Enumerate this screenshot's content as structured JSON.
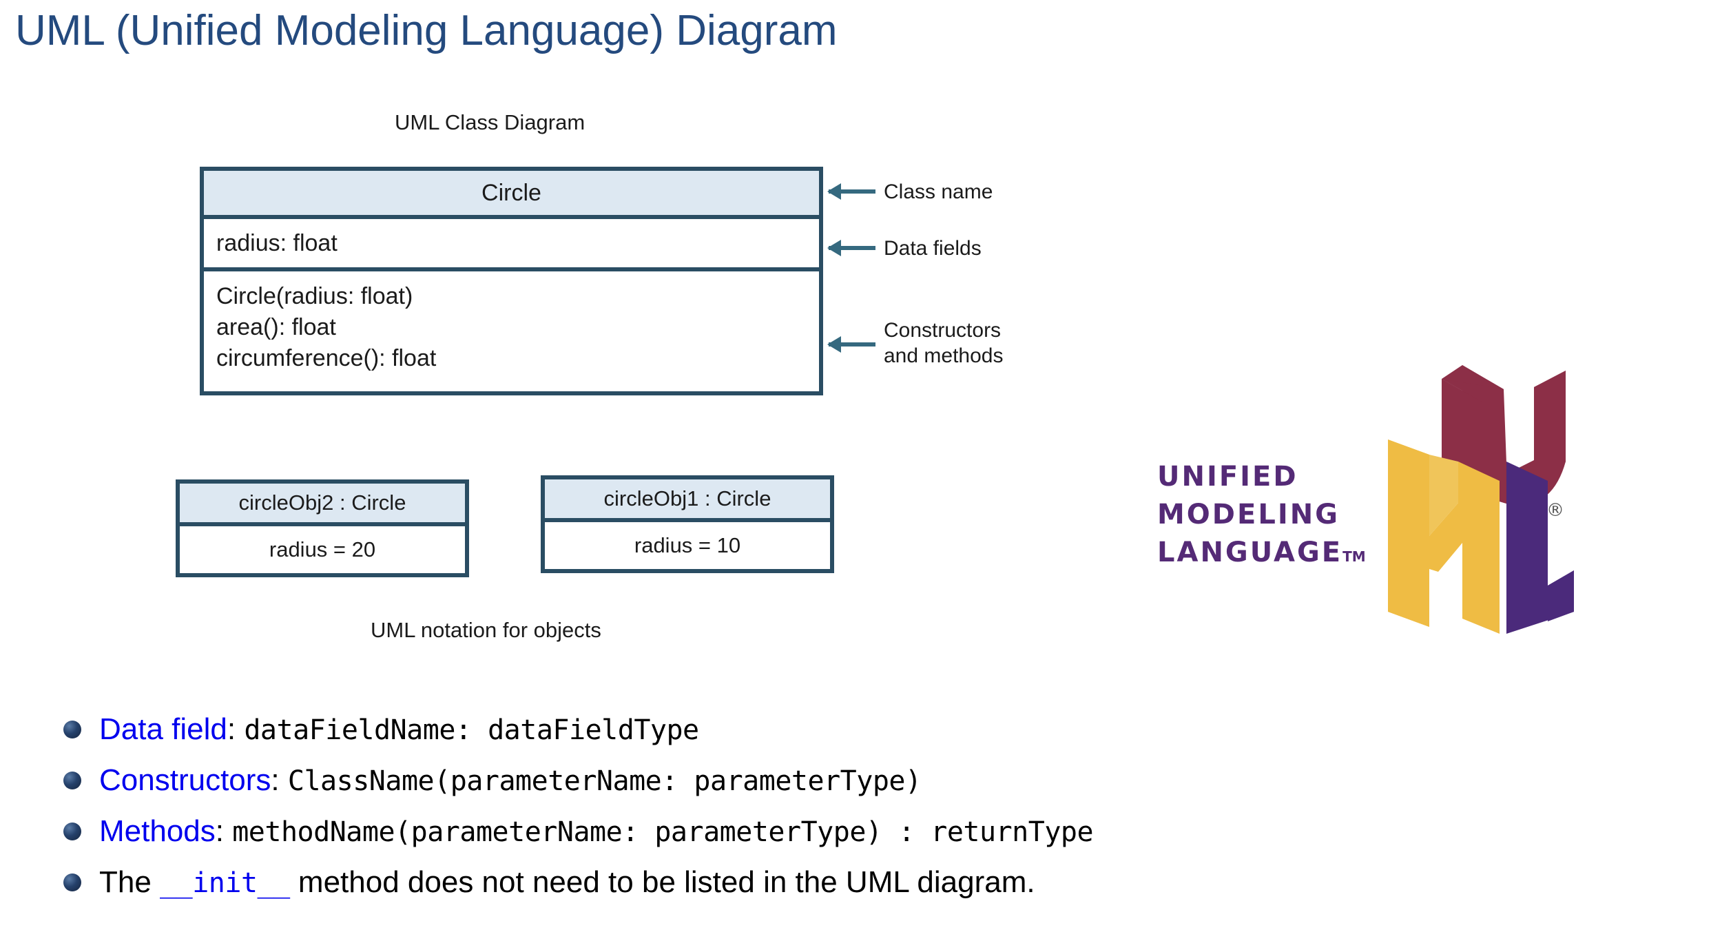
{
  "slide": {
    "title": "UML (Unified Modeling Language) Diagram",
    "title_color": "#244a7e"
  },
  "diagram": {
    "class_caption": "UML Class Diagram",
    "objects_caption": "UML notation for objects",
    "border_color": "#2a4d63",
    "header_fill": "#dde8f2",
    "arrow_color": "#35697f",
    "class_box": {
      "name": "Circle",
      "fields": [
        "radius: float"
      ],
      "methods": [
        "Circle(radius: float)",
        "area(): float",
        "circumference(): float"
      ]
    },
    "annotations": [
      {
        "label": "Class name"
      },
      {
        "label": "Data fields"
      },
      {
        "label": "Constructors\nand methods"
      }
    ],
    "object_boxes": [
      {
        "header": "circleObj2 : Circle",
        "body": "radius = 20"
      },
      {
        "header": "circleObj1 : Circle",
        "body": "radius = 10"
      }
    ]
  },
  "logo": {
    "lines": [
      "UNIFIED",
      "MODELING",
      "LANGUAGE"
    ],
    "trademark": "TM",
    "registered": "®",
    "text_color": "#542a76",
    "u_color": "#8c2f47",
    "m_color": "#efbc44",
    "l_color": "#4b2a7b"
  },
  "bullets": [
    {
      "keyword": "Data field",
      "separator": ": ",
      "code": "dataFieldName: dataFieldType"
    },
    {
      "keyword": "Constructors",
      "separator": ": ",
      "code": "ClassName(parameterName: parameterType)"
    },
    {
      "keyword": "Methods",
      "separator": ": ",
      "code": "methodName(parameterName: parameterType) : returnType"
    },
    {
      "prefix": "The ",
      "code_inline": "__init__",
      "suffix": " method does not need to be listed in the UML diagram."
    }
  ]
}
